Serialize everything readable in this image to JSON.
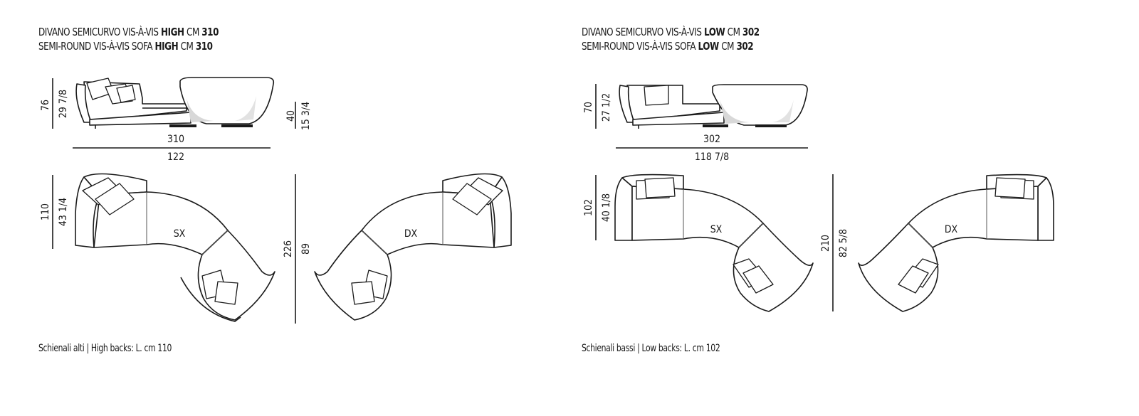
{
  "panels": [
    {
      "title_it": {
        "prefix": "DIVANO SEMICURVO VIS-À-VIS ",
        "bold1": "HIGH",
        "mid": " CM ",
        "bold2": "310"
      },
      "title_en": {
        "prefix": "SEMI-ROUND VIS-À-VIS SOFA ",
        "bold1": "HIGH",
        "mid": " CM ",
        "bold2": "310"
      },
      "caption": "Schienali alti | High backs: L. cm 110",
      "dims": {
        "height_cm": "76",
        "height_in": "29 7/8",
        "seat_cm": "40",
        "seat_in": "15 3/4",
        "length_cm": "310",
        "length_in": "122",
        "depth_cm": "110",
        "depth_in": "43 1/4",
        "span_cm": "226",
        "span_in": "89"
      },
      "labels": {
        "left": "SX",
        "right": "DX"
      }
    },
    {
      "title_it": {
        "prefix": "DIVANO SEMICURVO VIS-À-VIS ",
        "bold1": "LOW",
        "mid": " CM ",
        "bold2": "302"
      },
      "title_en": {
        "prefix": "SEMI-ROUND VIS-À-VIS SOFA ",
        "bold1": "LOW",
        "mid": " CM ",
        "bold2": "302"
      },
      "caption": "Schienali bassi | Low backs: L. cm 102",
      "dims": {
        "height_cm": "70",
        "height_in": "27 1/2",
        "length_cm": "302",
        "length_in": "118 7/8",
        "depth_cm": "102",
        "depth_in": "40 1/8",
        "span_cm": "210",
        "span_in": "82 5/8"
      },
      "labels": {
        "left": "SX",
        "right": "DX"
      }
    }
  ]
}
